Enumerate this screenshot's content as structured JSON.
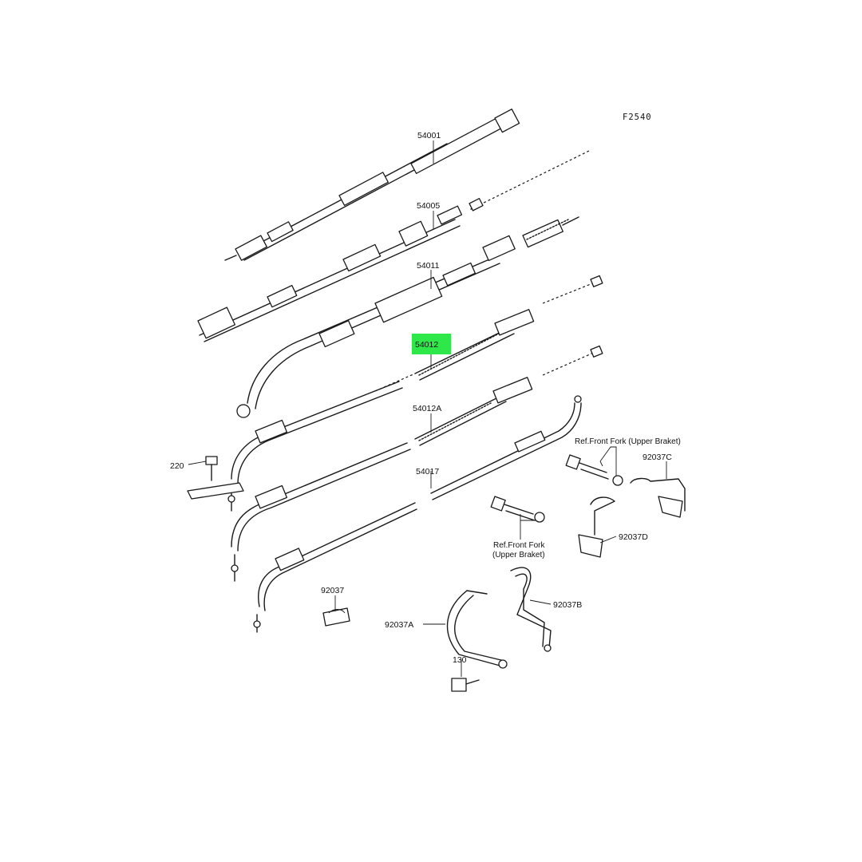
{
  "figure_code": "F2540",
  "highlight_color": "#2ee84a",
  "parts": {
    "p54001": "54001",
    "p54005": "54005",
    "p54011": "54011",
    "p54012": "54012",
    "p54012A": "54012A",
    "p54017": "54017",
    "p220": "220",
    "p92037": "92037",
    "p92037A": "92037A",
    "p92037B": "92037B",
    "p92037C": "92037C",
    "p92037D": "92037D",
    "p130": "130"
  },
  "refs": {
    "upper_line1": "Ref.Front Fork (Upper Braket)",
    "lower_line1": "Ref.Front Fork",
    "lower_line2": "(Upper Braket)"
  },
  "highlighted_part": "54012"
}
